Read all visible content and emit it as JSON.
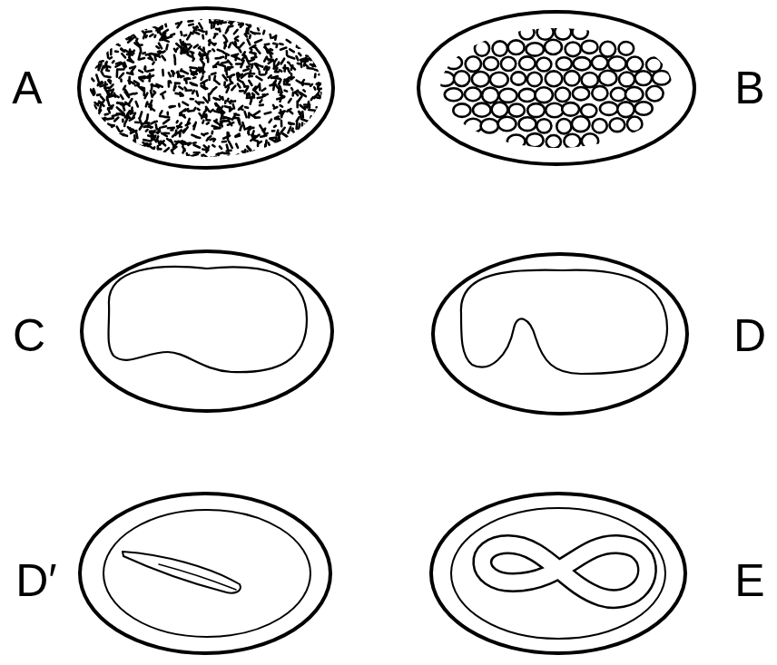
{
  "diagram": {
    "labels": [
      "A",
      "B",
      "C",
      "D",
      "D′",
      "E"
    ]
  }
}
